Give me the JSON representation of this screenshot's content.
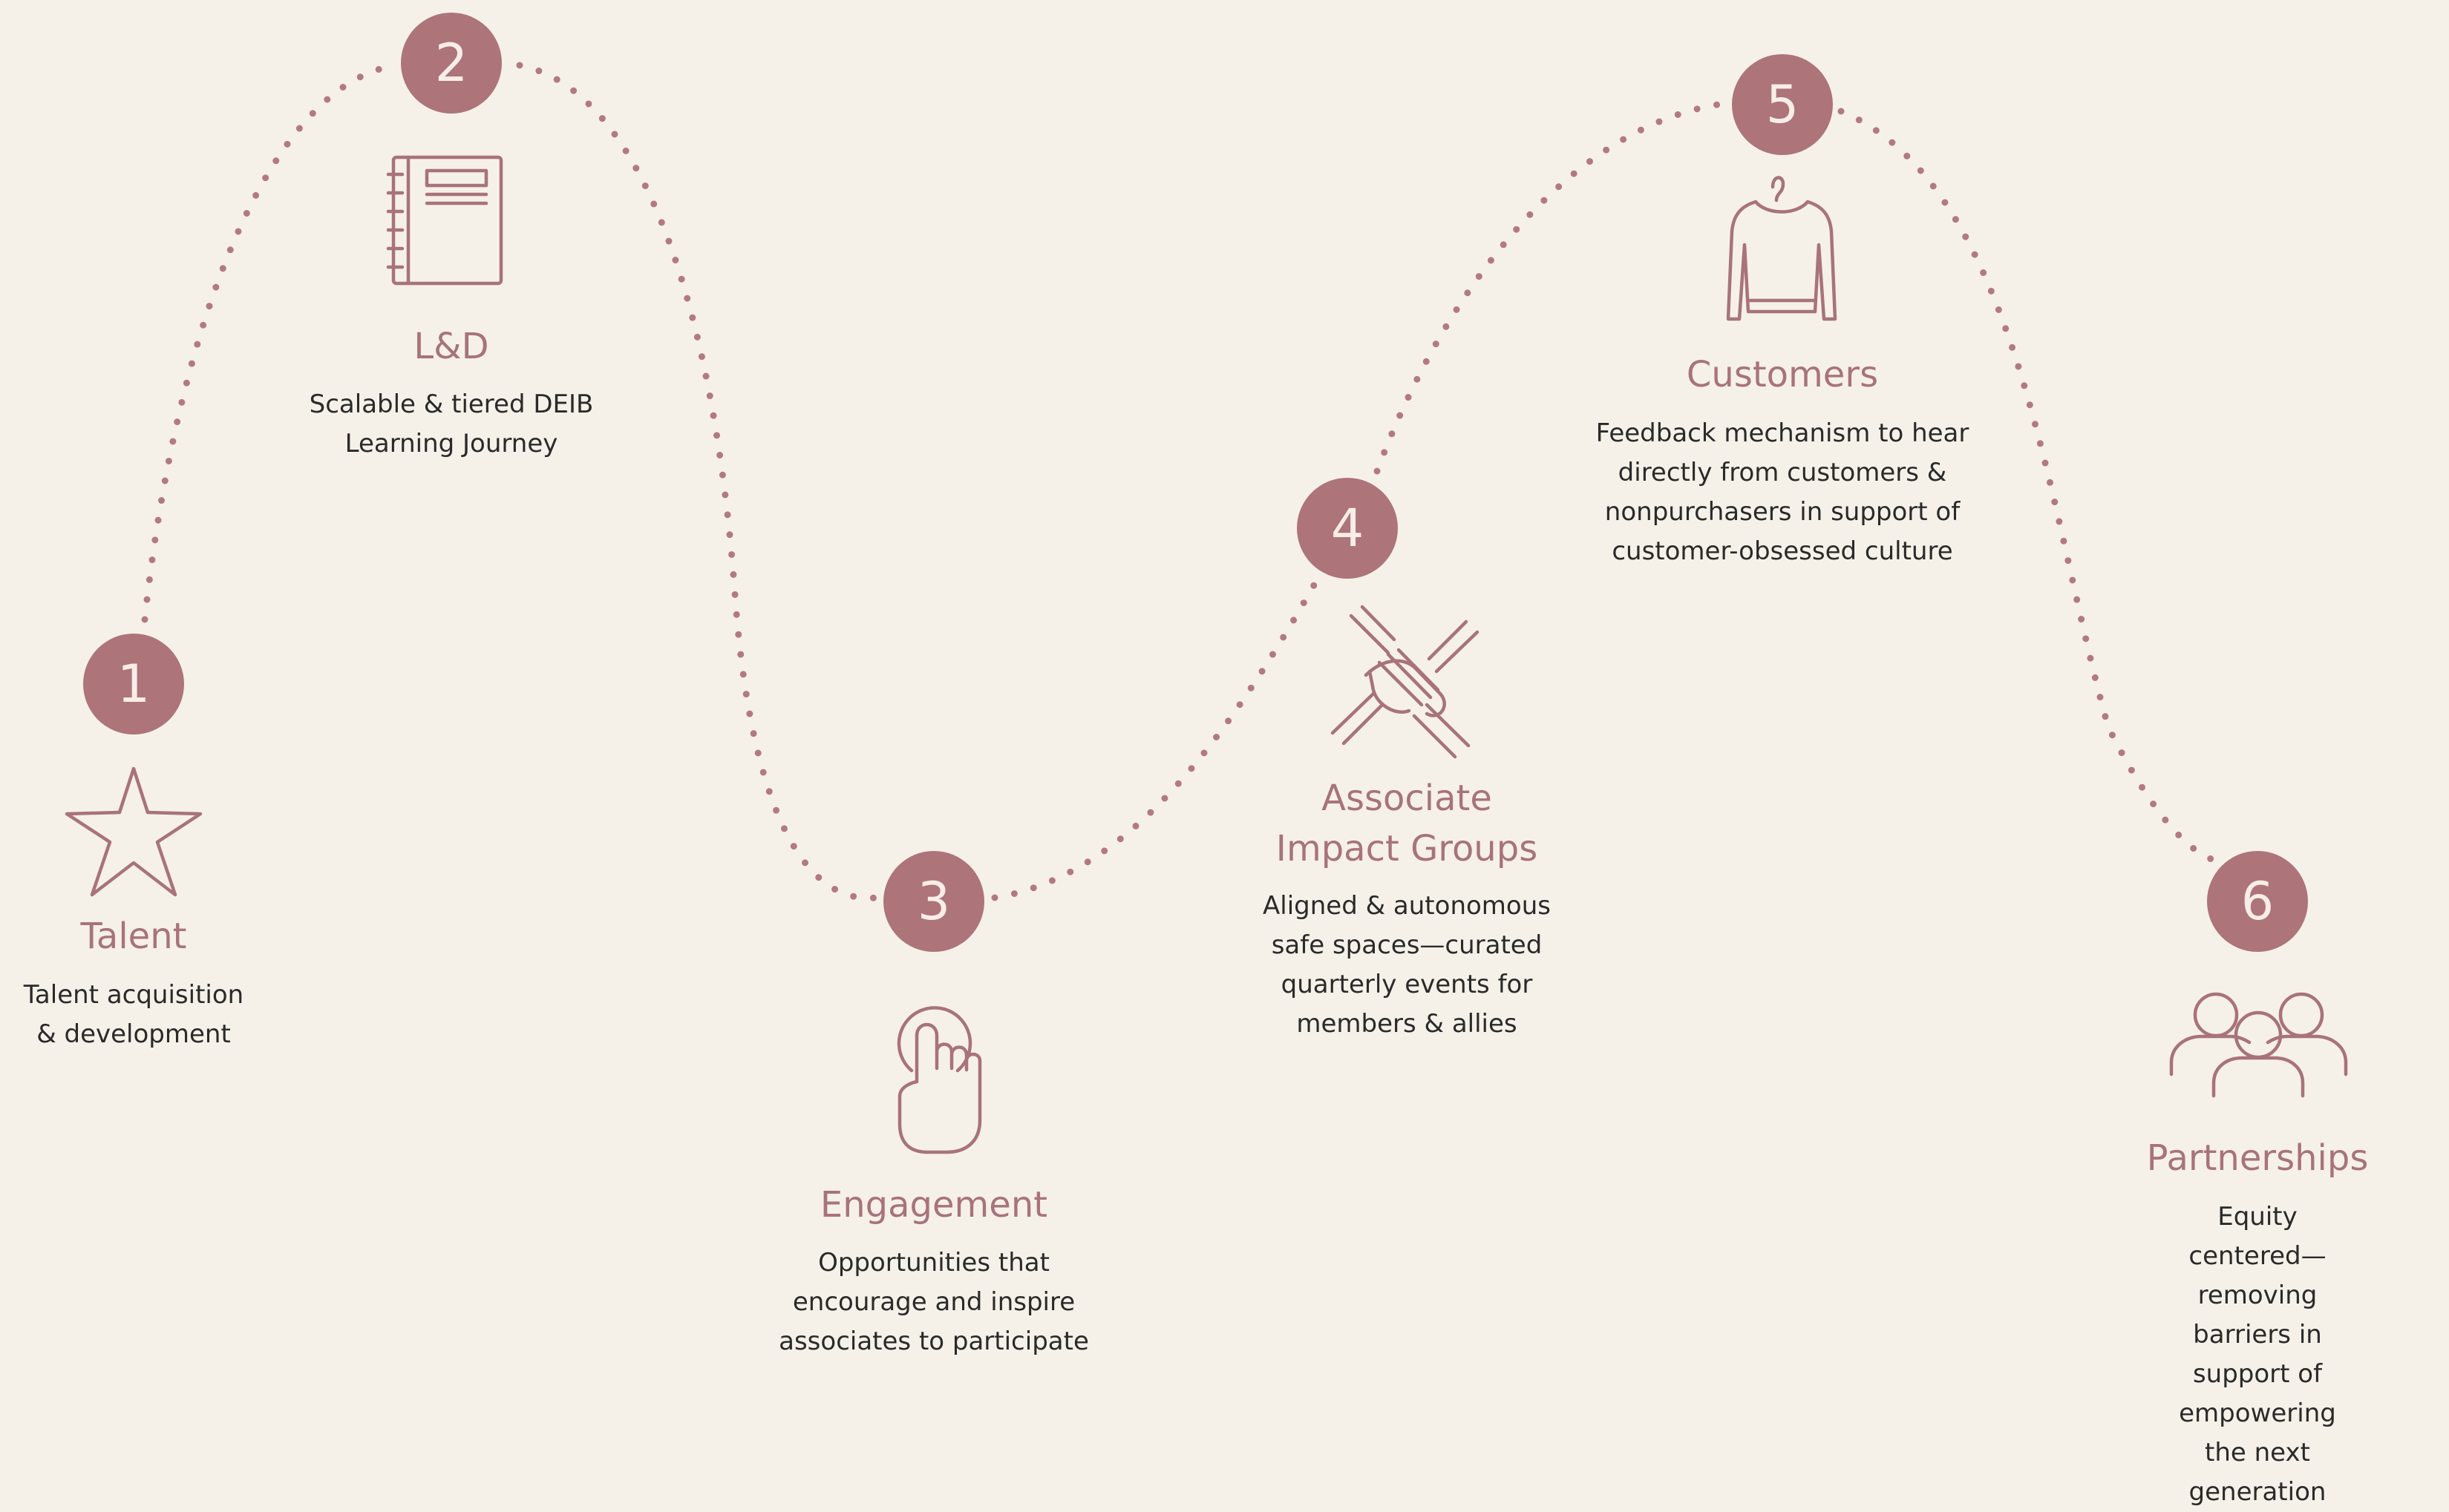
{
  "colors": {
    "background": "#f6f1e8",
    "accent": "#ad747a",
    "text": "#2a2a2a"
  },
  "steps": [
    {
      "number": "1",
      "icon": "star-icon",
      "title": "Talent",
      "description": "Talent acquisition\n& development"
    },
    {
      "number": "2",
      "icon": "notebook-icon",
      "title": "L&D",
      "description": "Scalable & tiered DEIB\nLearning Journey"
    },
    {
      "number": "3",
      "icon": "pointing-hand-icon",
      "title": "Engagement",
      "description": "Opportunities that\nencourage and inspire\nassociates to participate"
    },
    {
      "number": "4",
      "icon": "stacked-hands-icon",
      "title": "Associate\nImpact Groups",
      "description": "Aligned & autonomous\nsafe spaces—curated\nquarterly events for\nmembers & allies"
    },
    {
      "number": "5",
      "icon": "sweater-on-hanger-icon",
      "title": "Customers",
      "description": "Feedback mechanism to hear\ndirectly from customers &\nnonpurchasers in support of\ncustomer-obsessed culture"
    },
    {
      "number": "6",
      "icon": "people-group-icon",
      "title": "Partnerships",
      "description": "Equity centered—\nremoving barriers in\nsupport of empowering\nthe next generation"
    }
  ]
}
